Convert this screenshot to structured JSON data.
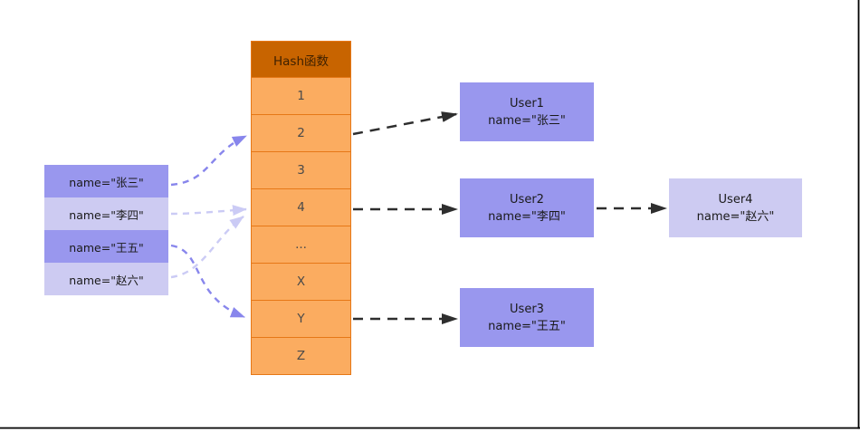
{
  "diagram": {
    "hash_table": {
      "header": "Hash函数",
      "rows": [
        "1",
        "2",
        "3",
        "4",
        "...",
        "X",
        "Y",
        "Z"
      ]
    },
    "inputs": [
      {
        "label": "name=\"张三\""
      },
      {
        "label": "name=\"李四\""
      },
      {
        "label": "name=\"王五\""
      },
      {
        "label": "name=\"赵六\""
      }
    ],
    "users": [
      {
        "title": "User1",
        "attr": "name=\"张三\""
      },
      {
        "title": "User2",
        "attr": "name=\"李四\""
      },
      {
        "title": "User3",
        "attr": "name=\"王五\""
      },
      {
        "title": "User4",
        "attr": "name=\"赵六\""
      }
    ],
    "colors": {
      "header_bg": "#C86400",
      "row_bg": "#FBAC60",
      "row_border": "#E67817",
      "box_dark": "#9997EE",
      "box_light": "#CDCBF2",
      "arrow_dark": "#8886EC",
      "arrow_light": "#CBCBF5",
      "arrow_black": "#2E2E2E",
      "frame_line": "#000000"
    }
  }
}
